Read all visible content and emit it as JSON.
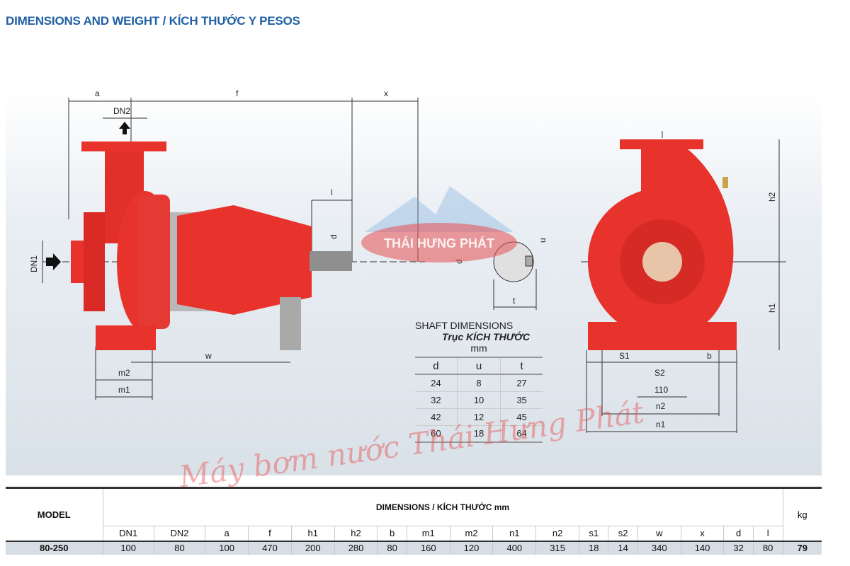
{
  "title": "DIMENSIONS AND WEIGHT / KÍCH THƯỚC Y PESOS",
  "labels": {
    "a": "a",
    "f": "f",
    "x": "x",
    "DN2": "DN2",
    "DN1": "DN1",
    "l": "l",
    "d_side": "d",
    "u": "u",
    "d_shaft": "d",
    "t": "t",
    "w": "w",
    "m2": "m2",
    "m1": "m1",
    "h2": "h2",
    "h1": "h1",
    "S1": "S1",
    "S2": "S2",
    "b": "b",
    "dim110": "110",
    "n2": "n2",
    "n1": "n1"
  },
  "logo_text": "THÁI HƯNG PHÁT",
  "watermark": "Máy bơm nước Thái Hưng Phát",
  "colors": {
    "pump": "#e8322c",
    "title": "#1f5fa3"
  },
  "shaft": {
    "title": "SHAFT DIMENSIONS",
    "subtitle": "Trục KÍCH THƯỚC",
    "unit": "mm",
    "headers": [
      "d",
      "u",
      "t"
    ],
    "rows": [
      [
        "24",
        "8",
        "27"
      ],
      [
        "32",
        "10",
        "35"
      ],
      [
        "42",
        "12",
        "45"
      ],
      [
        "60",
        "18",
        "64"
      ]
    ]
  },
  "spec": {
    "model_header": "MODEL",
    "dims_header": "DIMENSIONS / KÍCH THƯỚC mm",
    "weight_header": "kg",
    "columns": [
      "DN1",
      "DN2",
      "a",
      "f",
      "h1",
      "h2",
      "b",
      "m1",
      "m2",
      "n1",
      "n2",
      "s1",
      "s2",
      "w",
      "x",
      "d",
      "l"
    ],
    "rows": [
      {
        "model": "80-250",
        "values": [
          "100",
          "80",
          "100",
          "470",
          "200",
          "280",
          "80",
          "160",
          "120",
          "400",
          "315",
          "18",
          "14",
          "340",
          "140",
          "32",
          "80"
        ],
        "kg": "79"
      }
    ]
  }
}
